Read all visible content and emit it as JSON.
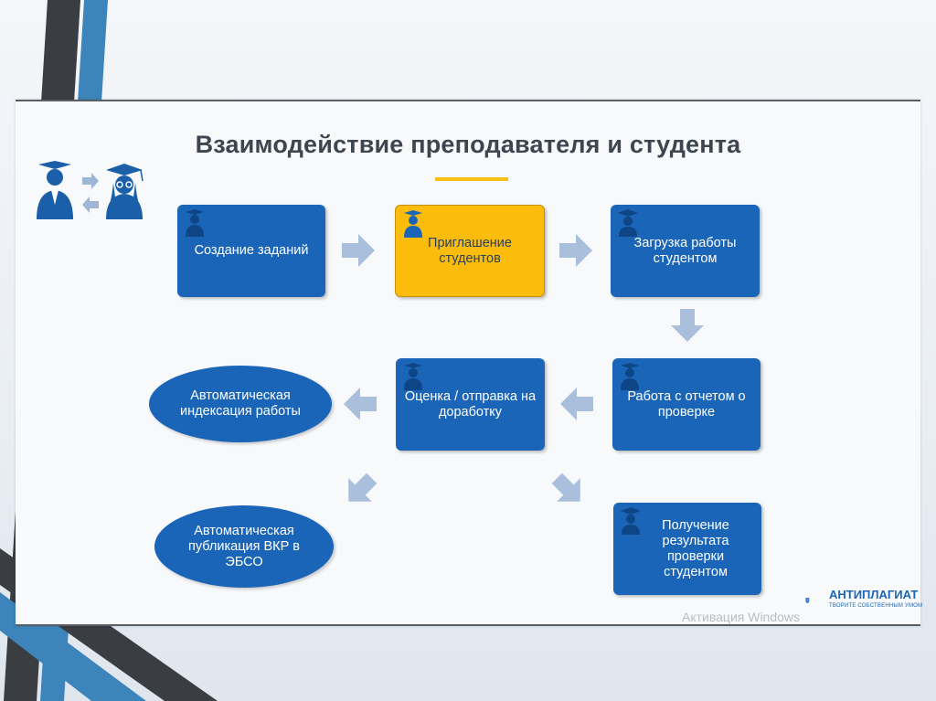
{
  "title": "Взаимодействие преподавателя и студента",
  "nodes": {
    "create": "Создание заданий",
    "invite": "Приглашение студентов",
    "upload": "Загрузка работы студентом",
    "report": "Работа с отчетом о проверке",
    "grade": "Оценка / отправка на доработку",
    "result": "Получение результата проверки студентом"
  },
  "ellipses": {
    "index": "Автоматическая индексация работы",
    "publish": "Автоматическая публикация ВКР в ЭБСО"
  },
  "logo": {
    "name": "АНТИПЛАГИАТ",
    "tagline": "ТВОРИТЕ СОБСТВЕННЫМ УМОМ"
  },
  "watermark": "Активация Windows",
  "colors": {
    "node": "#1b65b8",
    "highlight": "#fbbc0b",
    "arrow": "#a9bfdc",
    "accent": "#f5bf15"
  },
  "icons": [
    "teacher-icon",
    "student-icon",
    "arrow-icon"
  ]
}
